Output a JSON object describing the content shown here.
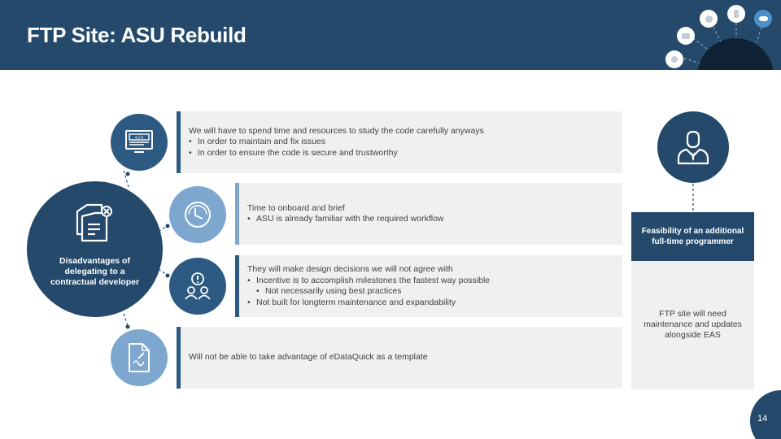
{
  "slide": {
    "title": "FTP Site: ASU Rebuild",
    "page_number": "14"
  },
  "header_icons": [
    "user-icon",
    "printer-icon",
    "sun-icon",
    "mobile-icon",
    "cloud-http-icon"
  ],
  "center": {
    "label": "Disadvantages of delegating to a contractual developer",
    "icon": "document-error-icon"
  },
  "items": [
    {
      "icon": "code-monitor-icon",
      "main": "We will have to spend time and resources to study the code carefully anyways",
      "bullets": [
        "In order to maintain and fix issues",
        "In order to ensure the code is secure and trustworthy"
      ]
    },
    {
      "icon": "clock-icon",
      "main": "Time to onboard and brief",
      "bullets": [
        "ASU is already familiar with the required workflow"
      ]
    },
    {
      "icon": "warning-people-icon",
      "main": "They will make design decisions we will not agree with",
      "bullets": [
        "Incentive is to accomplish milestones the fastest way possible",
        "Not necessarily using best practices",
        "Not built for longterm maintenance and expandability"
      ]
    },
    {
      "icon": "document-edit-icon",
      "main": "Will not be able to take advantage of eDataQuick as a template",
      "bullets": []
    }
  ],
  "feasibility": {
    "icon": "person-tie-icon",
    "heading": "Feasibility of an additional full-time programmer",
    "body": "FTP site will need maintenance and updates alongside EAS"
  },
  "colors": {
    "dark_navy": "#24496b",
    "mid_blue": "#2d5a82",
    "light_blue": "#7ea7cf",
    "box_gray": "#f0f0f0"
  }
}
